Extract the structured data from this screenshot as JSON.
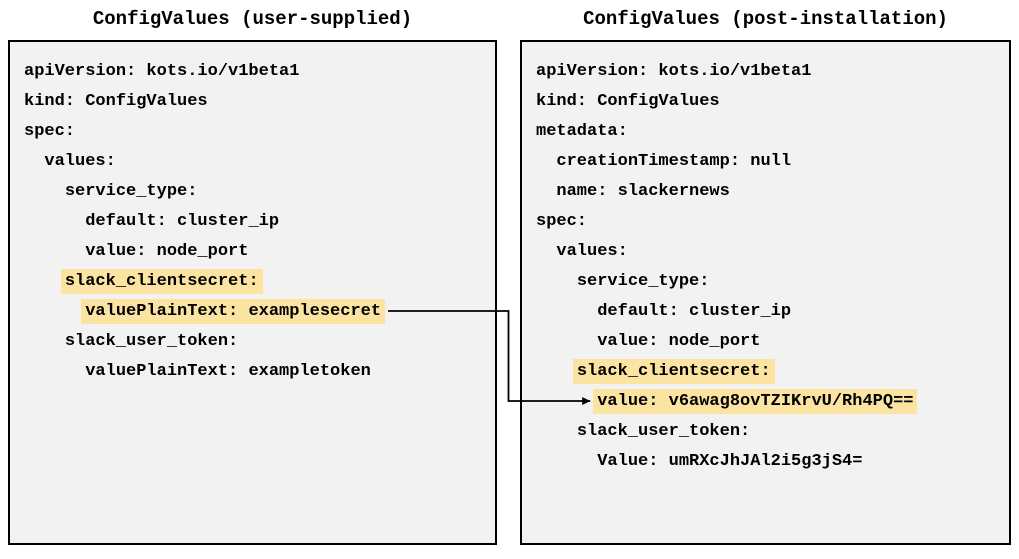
{
  "colors": {
    "panel_bg": "#f2f2f2",
    "panel_border": "#000000",
    "highlight": "#fbe3a2",
    "text": "#000000",
    "arrow": "#000000"
  },
  "panels": [
    {
      "title": "ConfigValues (user-supplied)",
      "lines": [
        {
          "indent": 0,
          "text": "apiVersion: kots.io/v1beta1",
          "highlight": false
        },
        {
          "indent": 0,
          "text": "kind: ConfigValues",
          "highlight": false
        },
        {
          "indent": 0,
          "text": "spec:",
          "highlight": false
        },
        {
          "indent": 2,
          "text": "values:",
          "highlight": false
        },
        {
          "indent": 4,
          "text": "service_type:",
          "highlight": false
        },
        {
          "indent": 6,
          "text": "default: cluster_ip",
          "highlight": false
        },
        {
          "indent": 6,
          "text": "value: node_port",
          "highlight": false
        },
        {
          "indent": 4,
          "text": "slack_clientsecret:",
          "highlight": true
        },
        {
          "indent": 6,
          "text": "valuePlainText: examplesecret",
          "highlight": true
        },
        {
          "indent": 4,
          "text": "slack_user_token:",
          "highlight": false
        },
        {
          "indent": 6,
          "text": "valuePlainText: exampletoken",
          "highlight": false
        }
      ]
    },
    {
      "title": "ConfigValues (post-installation)",
      "lines": [
        {
          "indent": 0,
          "text": "apiVersion: kots.io/v1beta1",
          "highlight": false
        },
        {
          "indent": 0,
          "text": "kind: ConfigValues",
          "highlight": false
        },
        {
          "indent": 0,
          "text": "metadata:",
          "highlight": false
        },
        {
          "indent": 2,
          "text": "creationTimestamp: null",
          "highlight": false
        },
        {
          "indent": 2,
          "text": "name: slackernews",
          "highlight": false
        },
        {
          "indent": 0,
          "text": "spec:",
          "highlight": false
        },
        {
          "indent": 2,
          "text": "values:",
          "highlight": false
        },
        {
          "indent": 4,
          "text": "service_type:",
          "highlight": false
        },
        {
          "indent": 6,
          "text": "default: cluster_ip",
          "highlight": false
        },
        {
          "indent": 6,
          "text": "value: node_port",
          "highlight": false
        },
        {
          "indent": 4,
          "text": "slack_clientsecret:",
          "highlight": true
        },
        {
          "indent": 6,
          "text": "value: v6awag8ovTZIKrvU/Rh4PQ==",
          "highlight": true
        },
        {
          "indent": 4,
          "text": "slack_user_token:",
          "highlight": false
        },
        {
          "indent": 6,
          "text": "Value: umRXcJhJAl2i5g3jS4=",
          "highlight": false
        }
      ]
    }
  ],
  "connector": {
    "from_text": "valuePlainText: examplesecret",
    "to_text": "value: v6awag8ovTZIKrvU/Rh4PQ=="
  }
}
